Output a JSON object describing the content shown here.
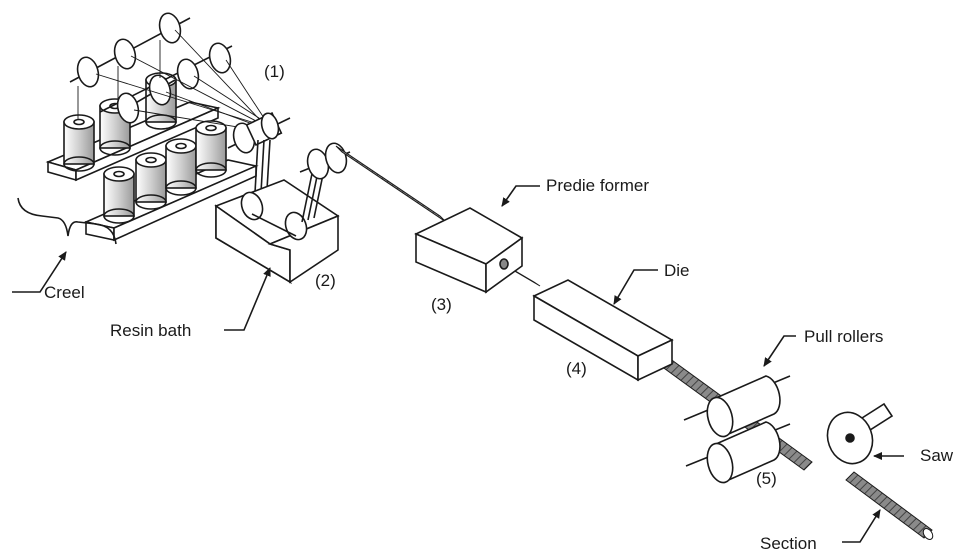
{
  "labels": {
    "creel": "Creel",
    "resin_bath": "Resin bath",
    "predie_former": "Predie former",
    "die": "Die",
    "pull_rollers": "Pull rollers",
    "saw": "Saw",
    "section": "Section"
  },
  "stage_numbers": {
    "s1": "(1)",
    "s2": "(2)",
    "s3": "(3)",
    "s4": "(4)",
    "s5": "(5)"
  },
  "colors": {
    "ink": "#1a1a1a",
    "fill": "#ffffff",
    "shade": "#bdbdbd",
    "rod": "#6e6e6e"
  }
}
